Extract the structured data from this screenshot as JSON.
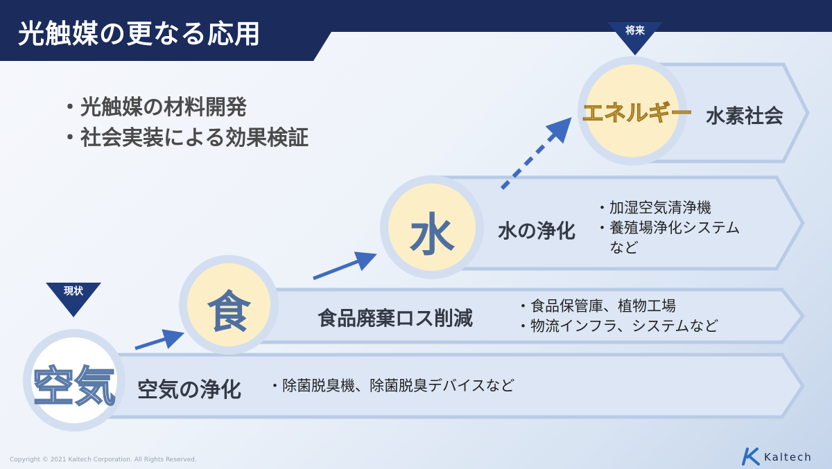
{
  "title": "光触媒の更なる応用",
  "bullets": [
    "光触媒の材料開発",
    "社会実装による効果検証"
  ],
  "badges": {
    "current": "現状",
    "future": "将来"
  },
  "stages": [
    {
      "circle": "空気",
      "label": "空気の浄化",
      "items": [
        "除菌脱臭機、除菌脱臭デバイスなど"
      ]
    },
    {
      "circle": "食",
      "label": "食品廃棄ロス削減",
      "items": [
        "食品保管庫、植物工場",
        "物流インフラ、システムなど"
      ]
    },
    {
      "circle": "水",
      "label": "水の浄化",
      "items": [
        "加湿空気清浄機",
        "養殖場浄化システム",
        "など"
      ]
    },
    {
      "circle": "エネルギー",
      "label": "水素社会",
      "items": []
    }
  ],
  "footer": {
    "copyright": "Copyright © 2021 Kaltech Corporation. All Rights Reserved.",
    "logo": "Kaltech"
  },
  "colors": {
    "navy": "#1a2b5c",
    "arrow_fill": "#dde6f4",
    "arrow_stroke": "#b9cbe6",
    "circle_fill": "#fcefc7",
    "accent_blue": "#3f6bbf"
  }
}
